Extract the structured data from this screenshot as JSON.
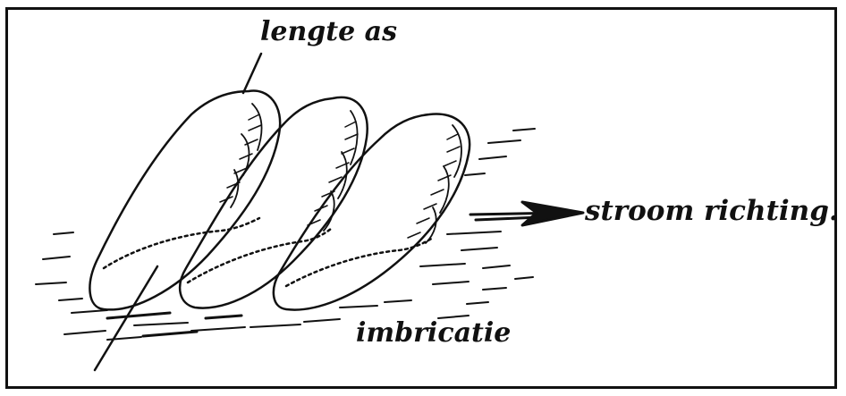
{
  "labels": {
    "length_axis": "lengte as",
    "current_direction": "stroom richting.",
    "imbrication": "imbricatie"
  },
  "colors": {
    "ink": "#111111",
    "paper": "#ffffff"
  }
}
